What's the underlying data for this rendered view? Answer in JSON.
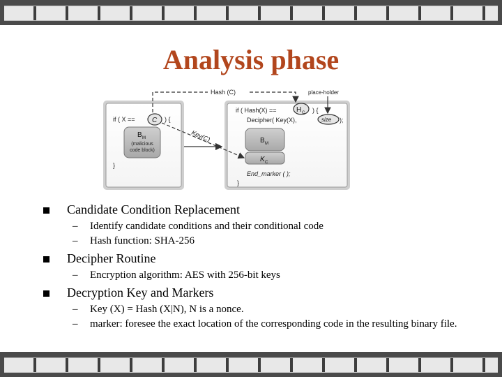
{
  "slide": {
    "title": "Analysis phase"
  },
  "diagram": {
    "left_box": {
      "if_line": "if ( X ==",
      "cond": "C",
      "brace": ") {",
      "bm_sub": "M",
      "bm_letter": "B",
      "malicious_line1": "(malicious",
      "malicious_line2": "code block)",
      "close": "}"
    },
    "right_box": {
      "if_line": "if ( Hash(X) ==",
      "hc_letter": "H",
      "hc_sub": "C",
      "brace": ") {",
      "decipher": "Decipher( Key(X),",
      "size": "size",
      "decipher_end": ");",
      "bm_letter": "B",
      "bm_sub": "M",
      "kc_letter": "K",
      "kc_sub": "C",
      "end_marker": "End_marker ( );",
      "close": "}"
    },
    "labels": {
      "hash": "Hash (C)",
      "placeholder": "place-holder",
      "key": "Key(C)"
    }
  },
  "bullets": [
    {
      "text": "Candidate Condition Replacement",
      "subs": [
        "Identify candidate conditions and their conditional code",
        "Hash function: SHA-256"
      ]
    },
    {
      "text": "Decipher Routine",
      "subs": [
        "Encryption algorithm: AES with 256-bit keys"
      ]
    },
    {
      "text": "Decryption Key and Markers",
      "subs": [
        "Key (X) = Hash (X|N), N is a nonce.",
        "marker: foresee the exact location of the corresponding code in the resulting binary file."
      ]
    }
  ]
}
